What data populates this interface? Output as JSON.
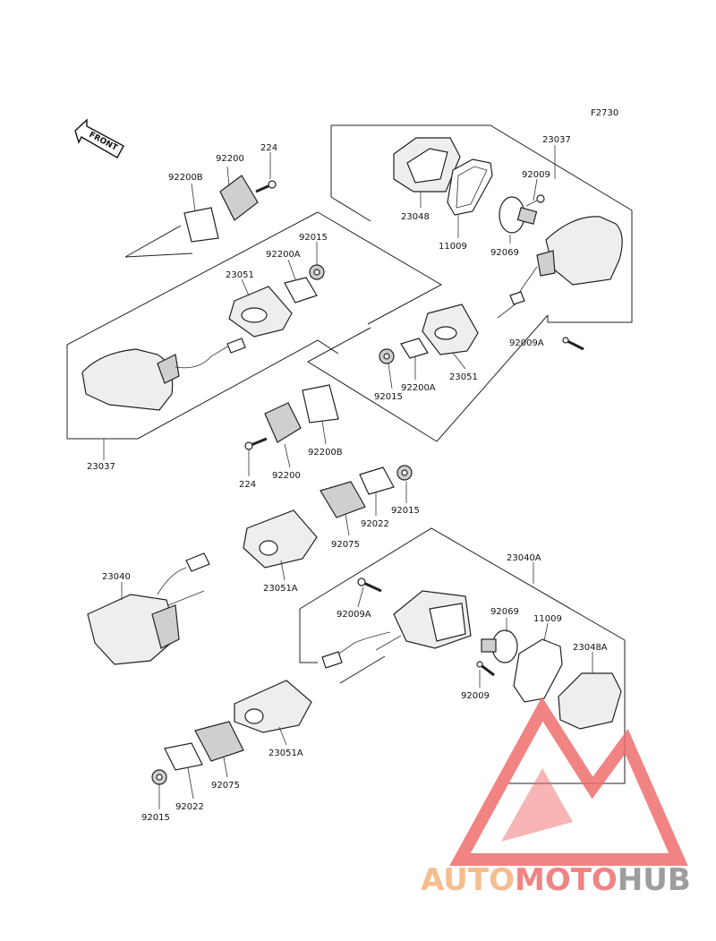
{
  "figure_code": "F2730",
  "front_label": "FRONT",
  "labels": {
    "front_assy_right": "23037",
    "front_assy_left": "23037",
    "lens_front": "23048",
    "gasket_front": "11009",
    "screw_front": "92009",
    "bulb_front": "92069",
    "screw_a_front": "92009A",
    "holder_top": "23051",
    "holder_right": "23051",
    "nut_top": "92015",
    "plate_a_top": "92200A",
    "stay_top": "92200",
    "plate_b_top": "92200B",
    "bolt_top": "224",
    "nut_mid": "92015",
    "plate_a_mid": "92200A",
    "plate_b_mid": "92200B",
    "stay_mid": "92200",
    "bolt_mid": "224",
    "nut_lower": "92015",
    "washer_lower": "92022",
    "damper_lower": "92075",
    "holder_a_lower": "23051A",
    "rear_assy_left": "23040",
    "rear_assy_right": "23040A",
    "screw_a_rear": "92009A",
    "bulb_rear": "92069",
    "gasket_rear": "11009",
    "lens_rear": "23048A",
    "screw_rear": "92009",
    "holder_a_bottom": "23051A",
    "damper_bottom": "92075",
    "washer_bottom": "92022",
    "nut_bottom": "92015"
  },
  "watermark": {
    "part1": "AUTO",
    "part2": "MOTO",
    "part3": "HUB",
    "color_orange": "#f5b27a",
    "color_red": "#ef6e6e",
    "color_gray": "#8c8c8c"
  }
}
